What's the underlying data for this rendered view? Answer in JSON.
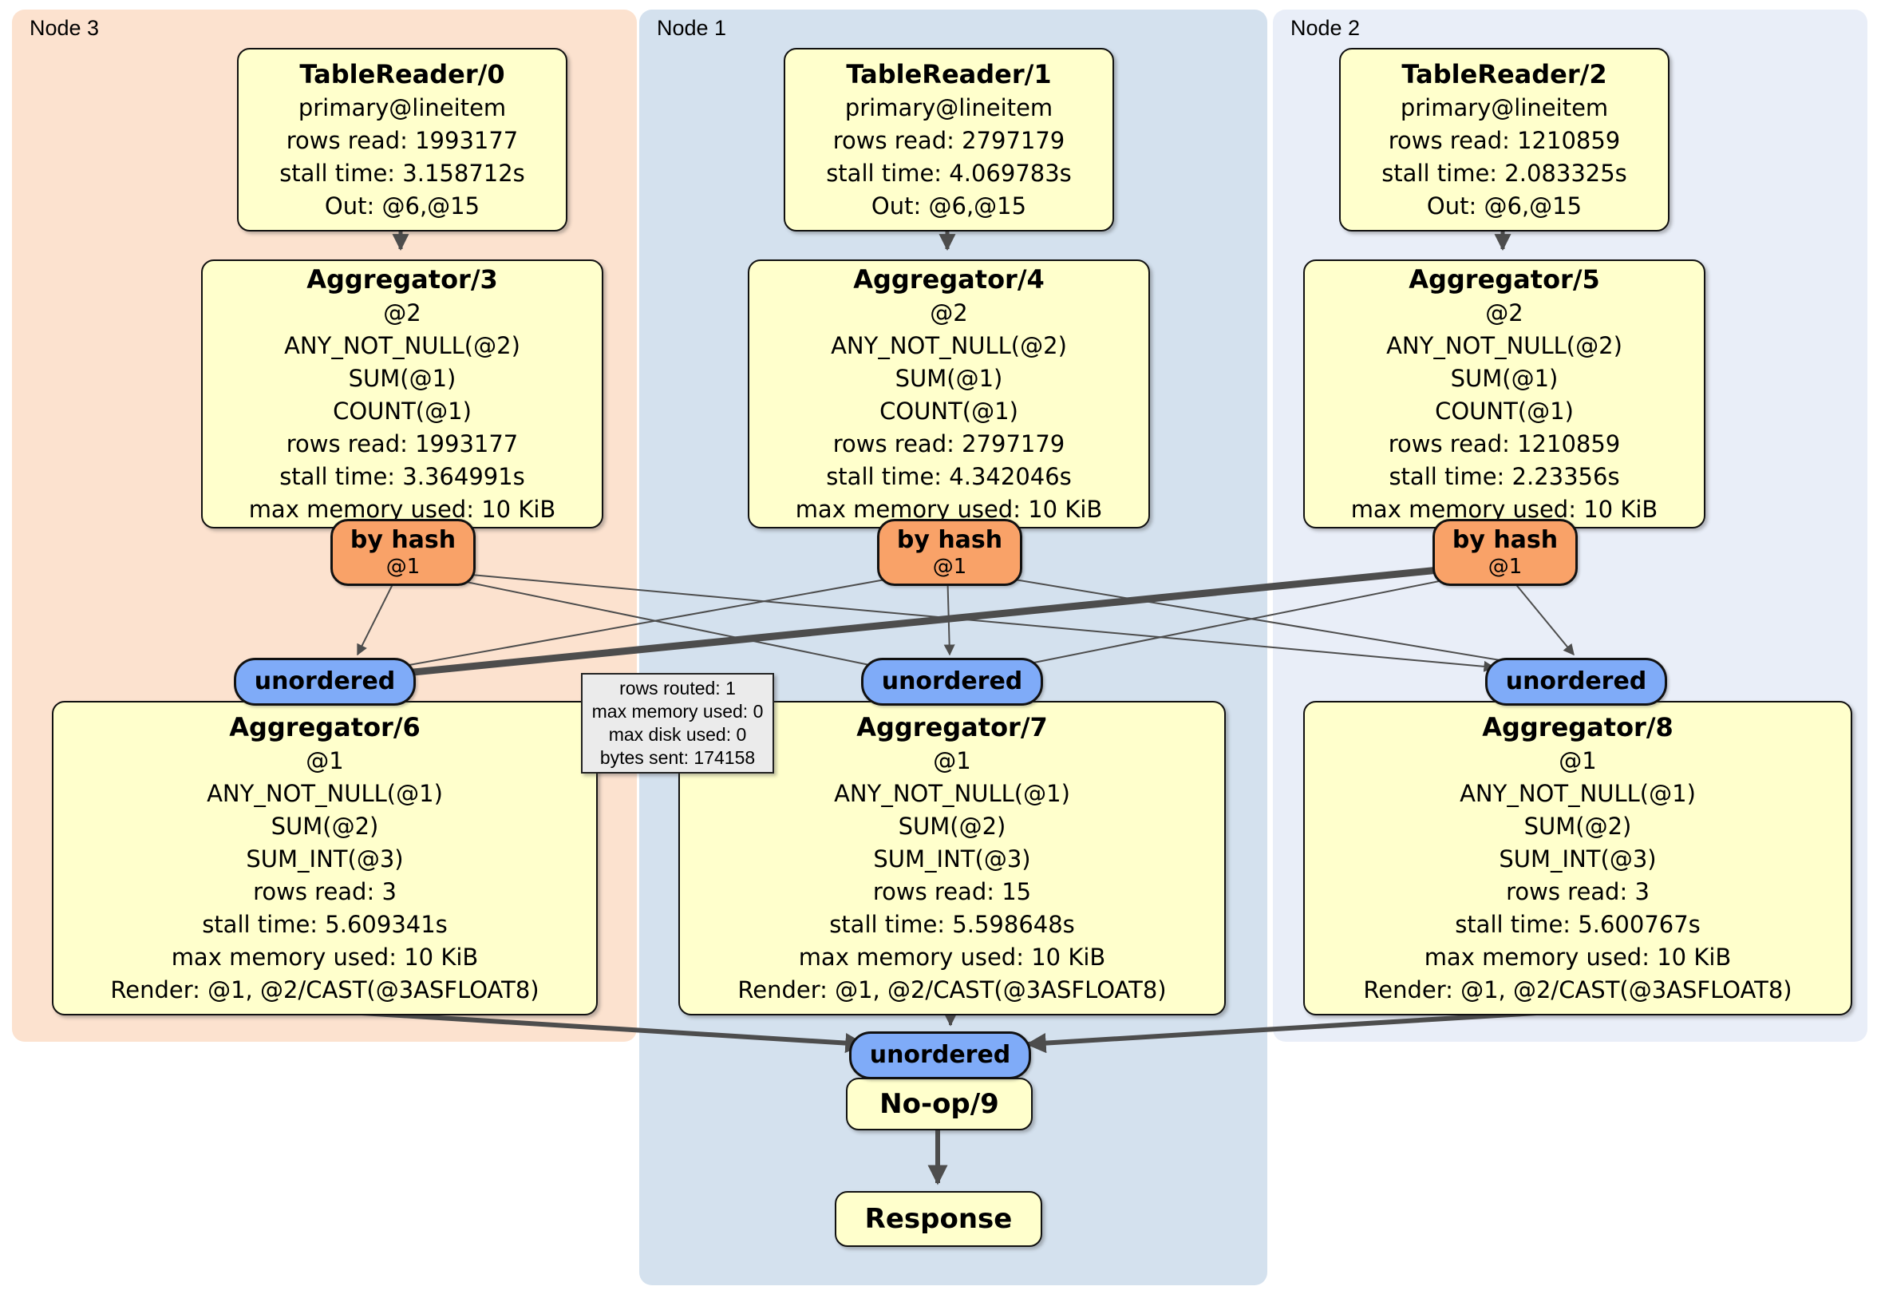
{
  "panels": [
    {
      "label": "Node 3"
    },
    {
      "label": "Node 1"
    },
    {
      "label": "Node 2"
    }
  ],
  "boxes": {
    "tr0": {
      "title": "TableReader/0",
      "lines": [
        "primary@lineitem",
        "rows read: 1993177",
        "stall time: 3.158712s",
        "Out: @6,@15"
      ]
    },
    "tr1": {
      "title": "TableReader/1",
      "lines": [
        "primary@lineitem",
        "rows read: 2797179",
        "stall time: 4.069783s",
        "Out: @6,@15"
      ]
    },
    "tr2": {
      "title": "TableReader/2",
      "lines": [
        "primary@lineitem",
        "rows read: 1210859",
        "stall time: 2.083325s",
        "Out: @6,@15"
      ]
    },
    "agg3": {
      "title": "Aggregator/3",
      "lines": [
        "@2",
        "ANY_NOT_NULL(@2)",
        "SUM(@1)",
        "COUNT(@1)",
        "rows read: 1993177",
        "stall time: 3.364991s",
        "max memory used: 10 KiB"
      ]
    },
    "agg4": {
      "title": "Aggregator/4",
      "lines": [
        "@2",
        "ANY_NOT_NULL(@2)",
        "SUM(@1)",
        "COUNT(@1)",
        "rows read: 2797179",
        "stall time: 4.342046s",
        "max memory used: 10 KiB"
      ]
    },
    "agg5": {
      "title": "Aggregator/5",
      "lines": [
        "@2",
        "ANY_NOT_NULL(@2)",
        "SUM(@1)",
        "COUNT(@1)",
        "rows read: 1210859",
        "stall time: 2.23356s",
        "max memory used: 10 KiB"
      ]
    },
    "agg6": {
      "title": "Aggregator/6",
      "lines": [
        "@1",
        "ANY_NOT_NULL(@1)",
        "SUM(@2)",
        "SUM_INT(@3)",
        "rows read: 3",
        "stall time: 5.609341s",
        "max memory used: 10 KiB",
        "Render: @1, @2/CAST(@3ASFLOAT8)"
      ]
    },
    "agg7": {
      "title": "Aggregator/7",
      "lines": [
        "@1",
        "ANY_NOT_NULL(@1)",
        "SUM(@2)",
        "SUM_INT(@3)",
        "rows read: 15",
        "stall time: 5.598648s",
        "max memory used: 10 KiB",
        "Render: @1, @2/CAST(@3ASFLOAT8)"
      ]
    },
    "agg8": {
      "title": "Aggregator/8",
      "lines": [
        "@1",
        "ANY_NOT_NULL(@1)",
        "SUM(@2)",
        "SUM_INT(@3)",
        "rows read: 3",
        "stall time: 5.600767s",
        "max memory used: 10 KiB",
        "Render: @1, @2/CAST(@3ASFLOAT8)"
      ]
    },
    "noop": {
      "title": "No-op/9"
    },
    "response": {
      "title": "Response"
    }
  },
  "router": {
    "label": "by hash",
    "key": "@1"
  },
  "sync": {
    "label": "unordered"
  },
  "tooltip": {
    "lines": [
      "rows routed: 1",
      "max memory used: 0",
      "max disk used: 0",
      "bytes sent: 174158"
    ]
  },
  "colors": {
    "node3_bg": "#FCE2CF",
    "node1_bg": "#D4E1EE",
    "node2_bg": "#E9EEF8",
    "box_fill": "#FFFFCC",
    "router_fill": "#F9A268",
    "sync_fill": "#7FABF8",
    "tooltip_fill": "#EBEBEB",
    "edge": "#4D4D4D"
  }
}
